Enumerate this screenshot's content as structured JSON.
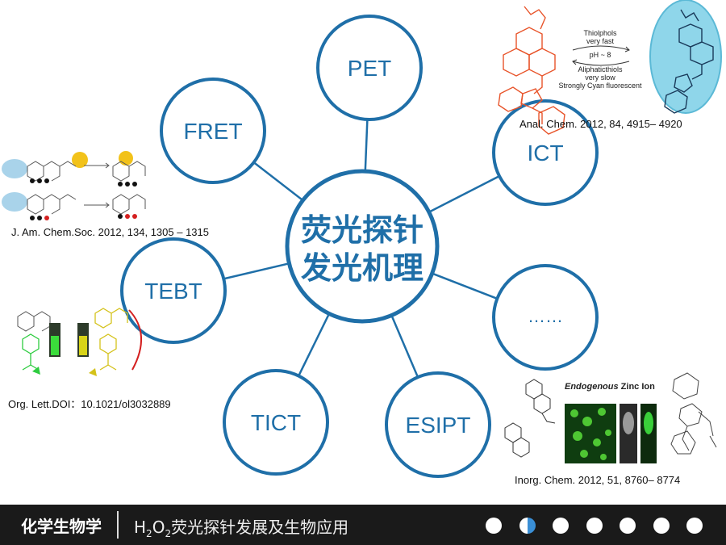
{
  "center": {
    "line1": "荧光探针",
    "line2": "发光机理"
  },
  "nodes": {
    "pet": "PET",
    "fret": "FRET",
    "ict": "ICT",
    "tebt": "TEBT",
    "more": "……",
    "tict": "TICT",
    "esipt": "ESIPT"
  },
  "references": {
    "anal_chem": "Anal. Chem. 2012, 84, 4915– 4920",
    "jacs": "J. Am. Chem.Soc. 2012, 134, 1305 – 1315",
    "org_lett": "Org. Lett.DOI：10.1021/ol3032889",
    "inorg_chem": "Inorg. Chem. 2012, 51, 8760– 8774"
  },
  "figures": {
    "ict_scheme": {
      "line1": "Thiolphols",
      "line2": "very fast",
      "ph": "pH ~ 8",
      "line3": "Aliphaticthiols",
      "line4": "very slow",
      "line5": "Strongly Cyan fluorescent"
    },
    "zinc_scheme": {
      "title_italic": "Endogenous",
      "title_rest": " Zinc Ion"
    }
  },
  "footer": {
    "title": "化学生物学",
    "subtitle_prefix": "H",
    "subtitle_sub1": "2",
    "subtitle_mid": "O",
    "subtitle_sub2": "2",
    "subtitle_rest": "荧光探针发展及生物应用"
  },
  "pagination": {
    "total": 7,
    "active_index": 1
  },
  "colors": {
    "accent": "#1f6fa8",
    "footer_bg": "#1a1a1a",
    "active_dot": "#3a8fd6"
  }
}
